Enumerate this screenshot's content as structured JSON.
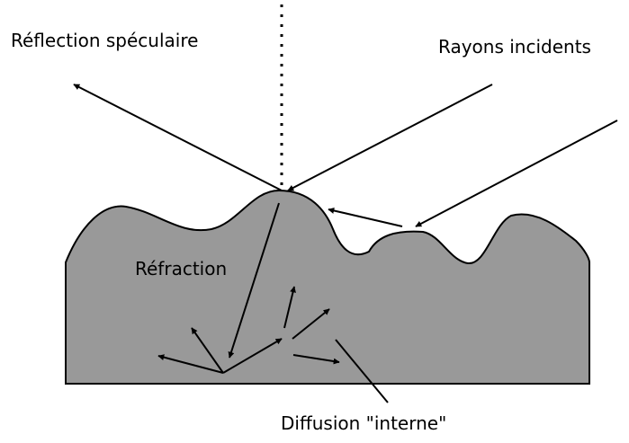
{
  "labels": {
    "specular_reflection": "Réflection spéculaire",
    "incident_rays": "Rayons incidents",
    "refraction": "Réfraction",
    "internal_diffusion": "Diffusion \"interne\""
  },
  "colors": {
    "surface_fill": "#999999",
    "surface_stroke": "#000000",
    "line": "#000000",
    "background": "#ffffff"
  }
}
